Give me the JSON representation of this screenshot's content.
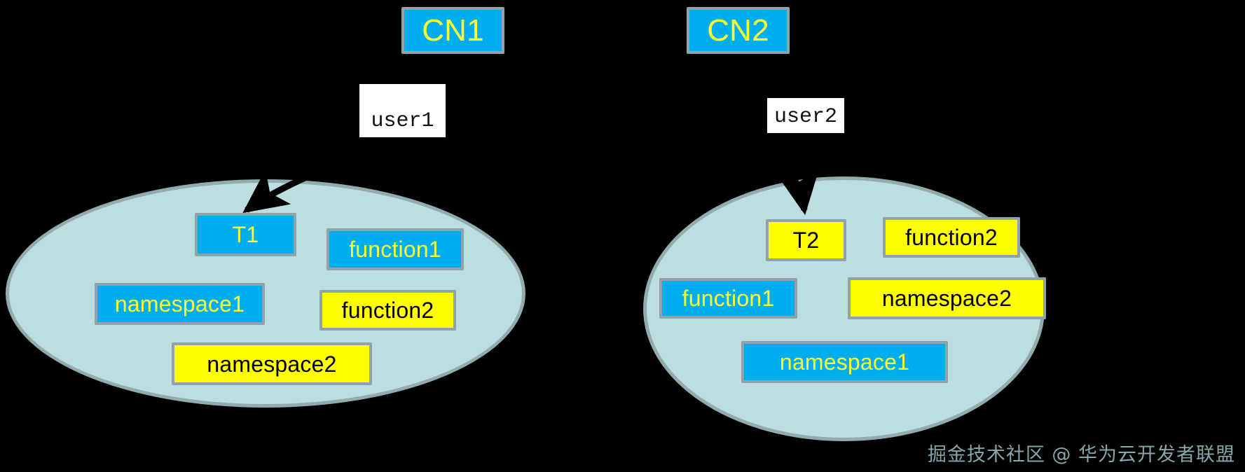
{
  "diagram": {
    "background_color": "#000000",
    "title": "",
    "watermark": "掘金技术社区 @ 华为云开发者联盟",
    "colors": {
      "cyan_fill": "#00AEEF",
      "cyan_text": "#FFFF2E",
      "yellow_fill": "#FFFF00",
      "yellow_text": "#000000",
      "ellipse_fill": "#BCDEE1",
      "ellipse_border": "#92ABAD",
      "box_border": "#8FA3A8",
      "arrow_color": "#000000",
      "watermark_color": "#9FC4C7"
    }
  },
  "nodes": {
    "cn1": {
      "label": "CN1",
      "style": "cyan"
    },
    "cn2": {
      "label": "CN2",
      "style": "cyan"
    }
  },
  "user_labels": {
    "user1": {
      "text": "user1"
    },
    "user2": {
      "text": "user2"
    }
  },
  "left_group": {
    "name": "left-database-ellipse",
    "objects": [
      {
        "label": "T1",
        "style": "cyan"
      },
      {
        "label": "function1",
        "style": "cyan"
      },
      {
        "label": "namespace1",
        "style": "cyan"
      },
      {
        "label": "function2",
        "style": "yellow"
      },
      {
        "label": "namespace2",
        "style": "yellow"
      }
    ]
  },
  "right_group": {
    "name": "right-database-ellipse",
    "objects": [
      {
        "label": "T2",
        "style": "yellow"
      },
      {
        "label": "function2",
        "style": "yellow"
      },
      {
        "label": "function1",
        "style": "cyan"
      },
      {
        "label": "namespace2",
        "style": "yellow"
      },
      {
        "label": "namespace1",
        "style": "cyan"
      }
    ]
  },
  "connectors": [
    {
      "name": "cn1-to-t1",
      "from": "cn1",
      "to": "left_group.T1"
    },
    {
      "name": "cn2-to-t2",
      "from": "cn2",
      "to": "right_group.T2"
    }
  ]
}
